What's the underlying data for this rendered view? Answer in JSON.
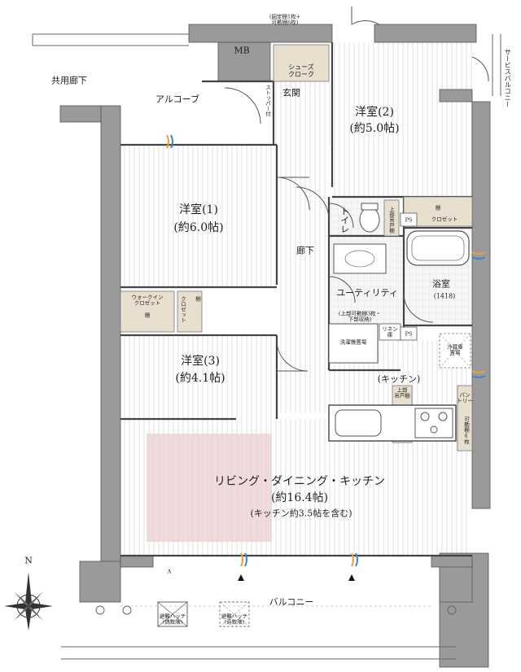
{
  "floorplan": {
    "rooms": {
      "western1_name": "洋室(1)",
      "western1_size": "(約6.0帖)",
      "western2_name": "洋室(2)",
      "western2_size": "(約5.0帖)",
      "western3_name": "洋室(3)",
      "western3_size": "(約4.1帖)",
      "ldk_name": "リビング・ダイニング・キッチン",
      "ldk_size": "(約16.4帖)",
      "ldk_note": "(キッチン約3.5帖を含む)",
      "kitchen": "(キッチン)",
      "bath": "浴室",
      "bath_size": "(1418)",
      "utility": "ユーティリティ",
      "toilet": "トイレ",
      "hallway": "廊下",
      "entrance": "玄関",
      "alcove": "アルコーブ"
    },
    "storage": {
      "mb": "MB",
      "shoes_closet": "シューズ\nクローク",
      "shelves_note": "(固定棚1枚+\n可動棚6枚)",
      "stopper": "ストッパー付",
      "walk_in_closet": "ウォークイン\nクロゼット",
      "walk_in_shelf": "棚",
      "closet3": "クロゼット",
      "closet3_shelf": "棚",
      "closet2_shelf": "棚",
      "closet2": "クロゼット",
      "ps1": "PS",
      "ps2": "PS",
      "linen": "リネン\n庫",
      "upper_shelf_note": "(上部可動棚3枚・\n下部収納)",
      "washer": "洗濯機置場",
      "fridge": "冷蔵庫\n置場",
      "upper_cabinet": "上部\n吊戸棚",
      "pantry": "パン\nトリー",
      "toilet_shelf": "上部吊戸棚",
      "pantry_note": "可動棚4枚"
    },
    "outside": {
      "common_corridor": "共用廊下",
      "service_balcony": "サービスバルコニー",
      "balcony": "バルコニー",
      "hatch1": "避難ハッチ\n(偶数階)",
      "hatch2": "避難ハッチ\n(奇数階)",
      "marker_a": "A"
    },
    "compass": {
      "north": "N"
    }
  }
}
